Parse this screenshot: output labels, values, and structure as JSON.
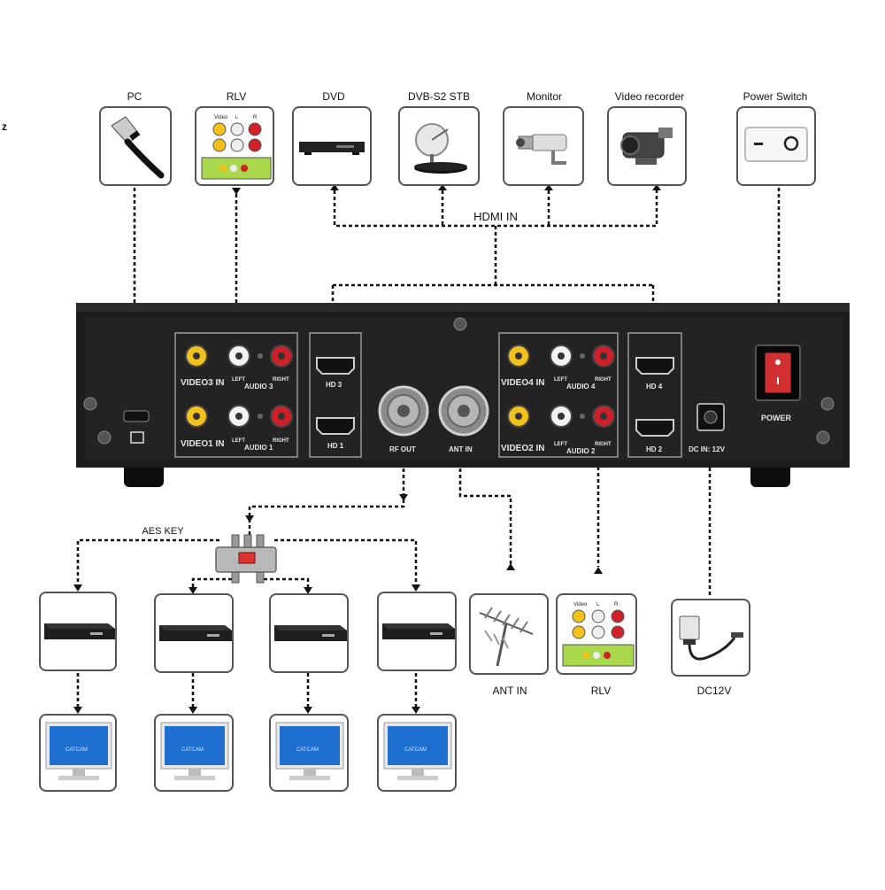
{
  "labels": {
    "pc": "PC",
    "rlv_top": "RLV",
    "dvd": "DVD",
    "dvbs2": "DVB-S2 STB",
    "monitor": "Monitor",
    "video_recorder": "Video recorder",
    "power_switch": "Power Switch",
    "hdmi_in": "HDMI IN",
    "aes_key": "AES KEY",
    "ant_in": "ANT IN",
    "rlv_bottom": "RLV",
    "dc12v": "DC12V",
    "margin_mark": "z"
  },
  "panel": {
    "video3_in": "VIDEO3  IN",
    "video1_in": "VIDEO1  IN",
    "video4_in": "VIDEO4 IN",
    "video2_in": "VIDEO2 IN",
    "left": "LEFT",
    "right": "RIGHT",
    "audio3": "AUDIO  3",
    "audio1": "AUDIO  1",
    "audio4": "AUDIO  4",
    "audio2": "AUDIO  2",
    "hd3": "HD 3",
    "hd1": "HD 1",
    "hd4": "HD 4",
    "hd2": "HD 2",
    "rf_out": "RF OUT",
    "ant_in": "ANT IN",
    "dc_in": "DC  IN: 12V",
    "power": "POWER"
  },
  "rlv_icon": {
    "video": "Video",
    "l": "L",
    "r": "R"
  },
  "monitor_screen_text": "CATCAM",
  "colors": {
    "rca_yellow": "#f2c21b",
    "rca_white": "#f4f4f4",
    "rca_red": "#d0202a",
    "rlv_green": "#a9d84a",
    "screen_blue": "#1f6fd1",
    "chassis": "#1c1c1c"
  }
}
